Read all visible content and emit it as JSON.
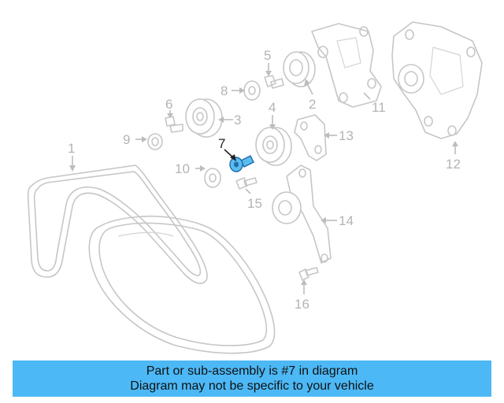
{
  "callouts": [
    "1",
    "2",
    "3",
    "4",
    "5",
    "6",
    "7",
    "8",
    "9",
    "10",
    "11",
    "12",
    "13",
    "14",
    "15",
    "16"
  ],
  "highlighted_part": "7",
  "colors": {
    "highlight": "#5bbcf0",
    "banner": "#4cb8f5"
  },
  "banner": {
    "line1": "Part or sub-assembly is #7 in diagram",
    "line2": "Diagram may not be specific to your vehicle"
  }
}
